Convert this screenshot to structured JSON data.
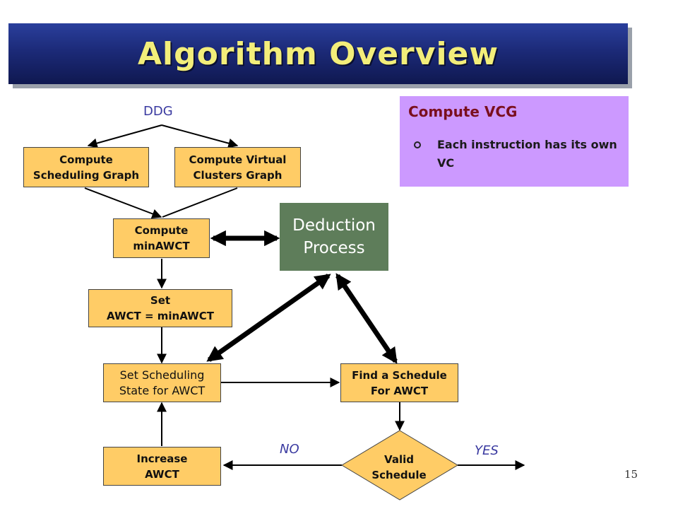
{
  "title": "Algorithm Overview",
  "side_panel": {
    "heading": "Compute VCG",
    "bullet": "Each instruction has its own VC"
  },
  "flowchart": {
    "ddg_label": "DDG",
    "compute_scheduling_graph": "Compute\nScheduling Graph",
    "compute_virtual_clusters_graph": "Compute Virtual\nClusters Graph",
    "compute_min_awct": "Compute\nminAWCT",
    "deduction_process": "Deduction\nProcess",
    "set_awct": "Set\nAWCT = minAWCT",
    "set_scheduling_state": "Set Scheduling\nState for AWCT",
    "find_schedule": "Find a Schedule\nFor AWCT",
    "increase_awct": "Increase\nAWCT",
    "valid_schedule": "Valid\nSchedule",
    "no_label": "NO",
    "yes_label": "YES"
  },
  "page_number": "15",
  "colors": {
    "title_bar": "#1c2a78",
    "title_text": "#f3ee7a",
    "process_box": "#ffcc66",
    "deduction_box": "#5e7d5a",
    "side_panel": "#cc99ff",
    "side_heading": "#7a0f1e",
    "label_text": "#3a3aa0"
  }
}
